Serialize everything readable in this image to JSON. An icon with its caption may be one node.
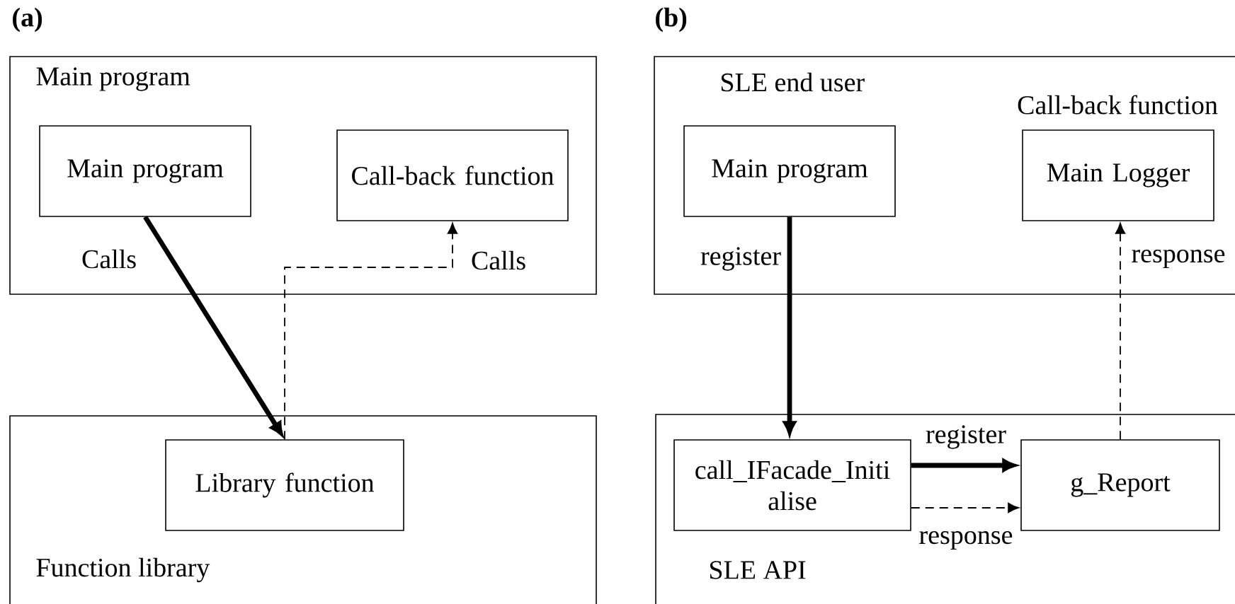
{
  "diagram": {
    "nodes": [
      {
        "text": [
          "Main program"
        ]
      },
      {
        "text": [
          "Main program"
        ],
        "in": 0
      },
      {
        "text": [
          "Call-back function"
        ],
        "in": 0
      },
      {
        "text": [
          "Function library"
        ]
      },
      {
        "text": [
          "Library function"
        ],
        "in": 3
      },
      {
        "text": [
          "SLE end user"
        ]
      },
      {
        "text": [
          "Main program"
        ],
        "in": 5
      },
      {
        "text": [
          "Call-back function",
          "Main Logger"
        ],
        "in": 5
      },
      {
        "text": [
          "SLE API"
        ]
      },
      {
        "text": [
          "call_IFacade_Initi alise"
        ],
        "in": 8
      },
      {
        "text": [
          "g_Report"
        ],
        "in": 8
      }
    ],
    "edges": [
      {
        "from": 1,
        "to": 4,
        "arrow": "to",
        "style": "thick",
        "label": "Calls"
      },
      {
        "from": 4,
        "to": 2,
        "arrow": "to",
        "style": "dashed",
        "label": "Calls"
      },
      {
        "from": 6,
        "to": 9,
        "arrow": "to",
        "style": "thick",
        "label": "register"
      },
      {
        "from": 9,
        "to": 10,
        "arrow": "to",
        "style": "thick",
        "label": "register"
      },
      {
        "from": 9,
        "to": 10,
        "arrow": "to",
        "style": "dashed",
        "label": "response"
      },
      {
        "from": 10,
        "to": 7,
        "arrow": "to",
        "style": "dashed",
        "label": "response"
      }
    ],
    "labels": [
      "(a)",
      "(b)"
    ]
  }
}
